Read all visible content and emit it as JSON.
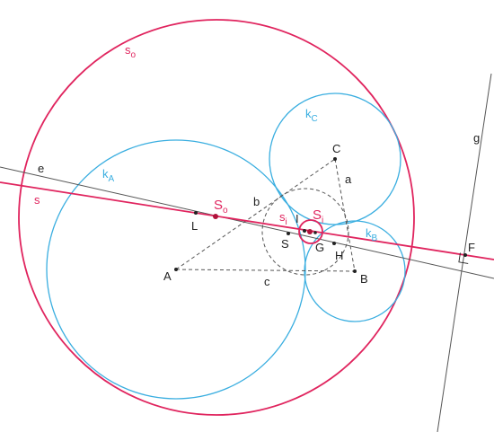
{
  "colors": {
    "crimson": "#e0245e",
    "sky": "#3aaee0",
    "ink": "#222222",
    "dash": "#555555",
    "thin": "#555555"
  },
  "labels": {
    "A": "A",
    "B": "B",
    "C": "C",
    "a": "a",
    "b": "b",
    "c": "c",
    "L": "L",
    "S": "S",
    "G": "G",
    "H": "H",
    "I": "I",
    "F": "F",
    "e": "e",
    "g": "g",
    "s": "s",
    "So_main": "S",
    "So_sub": "o",
    "Si_main": "S",
    "Si_sub": "i",
    "so_main": "s",
    "so_sub": "o",
    "si_main": "s",
    "si_sub": "i",
    "kA_main": "k",
    "kA_sub": "A",
    "kB_main": "k",
    "kB_sub": "B",
    "kC_main": "k",
    "kC_sub": "C"
  }
}
